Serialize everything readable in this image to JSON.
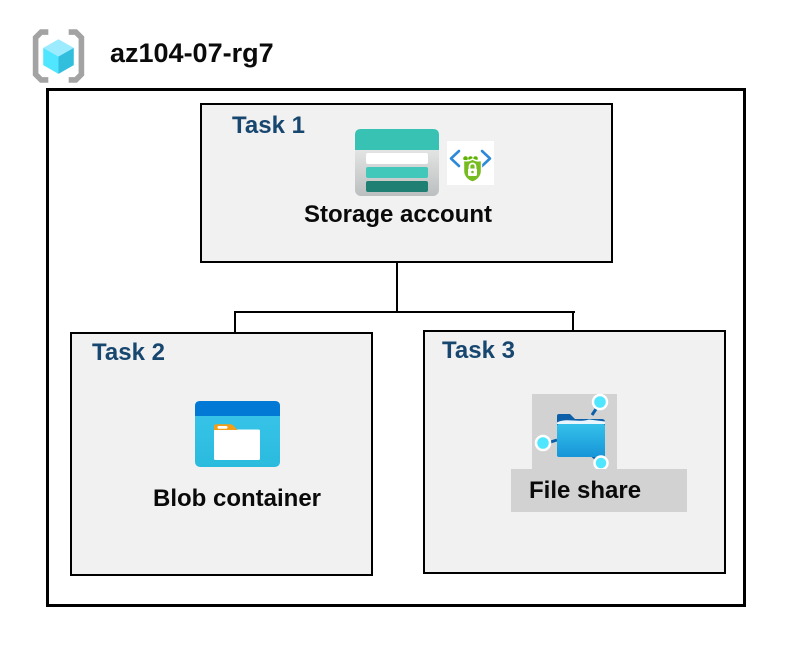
{
  "header": {
    "icon": "resource-group-icon",
    "title": "az104-07-rg7"
  },
  "diagram": {
    "tasks": [
      {
        "label": "Task 1",
        "resource": "Storage account",
        "icons": [
          "storage-account-icon",
          "secure-endpoint-icon"
        ]
      },
      {
        "label": "Task 2",
        "resource": "Blob container",
        "icons": [
          "blob-container-icon"
        ]
      },
      {
        "label": "Task 3",
        "resource": "File share",
        "icons": [
          "file-share-icon"
        ]
      }
    ],
    "connections": [
      {
        "from": "Storage account",
        "to": "Blob container"
      },
      {
        "from": "Storage account",
        "to": "File share"
      }
    ],
    "colors": {
      "task_label": "#17466F",
      "resource_label": "#0A0A0A",
      "task_box_background": "#F1F1F2",
      "border_and_lines": "#000000",
      "storage_teal": "#37C2B3",
      "storage_teal_dark": "#1F7F73",
      "azure_blue": "#0179D5",
      "folder_blue_dark": "#0D5FA8",
      "cyan_node": "#50E6FF",
      "shield_green": "#76BC21",
      "dot_green": "#5DB300",
      "bracket_blue": "#2E8AD8",
      "gray_highlight": "#D2D2D2",
      "rg_bracket_gray": "#A3A3A3"
    }
  }
}
